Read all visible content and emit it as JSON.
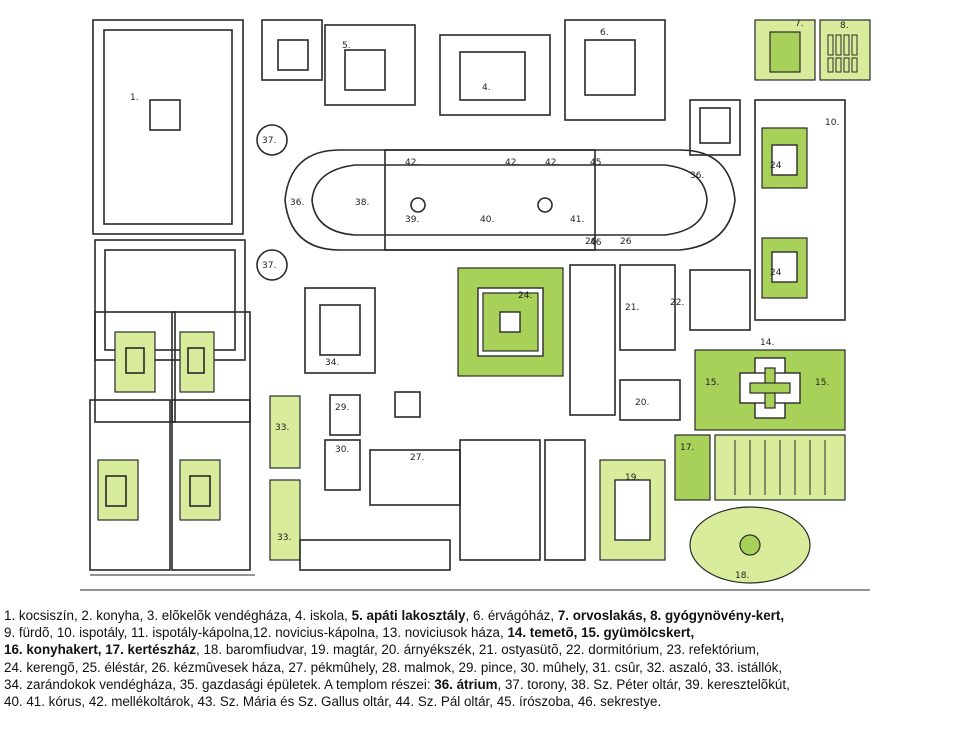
{
  "colors": {
    "garden_green": "#a8d15a",
    "light_green": "#d9ec9b",
    "ink": "#2a2a2a"
  },
  "plan_labels": {
    "n1": "1.",
    "n4": "4.",
    "n5": "5.",
    "n6": "6.",
    "n7": "7.",
    "n8": "8.",
    "n10": "10.",
    "n14": "14.",
    "n15a": "15.",
    "n15b": "15.",
    "n17": "17.",
    "n18": "18.",
    "n19": "19.",
    "n20": "20.",
    "n21": "21.",
    "n22": "22.",
    "n24a": "24.",
    "n24b": "24",
    "n24c": "24",
    "n26a": "26",
    "n26b": "26",
    "n27": "27.",
    "n29": "29.",
    "n30": "30.",
    "n33a": "33.",
    "n33b": "33.",
    "n34": "34.",
    "n36a": "36.",
    "n36b": "36.",
    "n37a": "37.",
    "n37b": "37.",
    "n38": "38.",
    "n39": "39.",
    "n40": "40.",
    "n41": "41.",
    "n42a": "42.",
    "n42b": "42.",
    "n42c": "42.",
    "n45": "45",
    "n46": "46"
  },
  "caption": {
    "l1": {
      "a": "1. kocsiszín, 2. konyha, 3. elõkelõk vendégháza, 4. iskola, ",
      "b": "5. apáti lakosztály",
      "c": ", 6. érvágóház, ",
      "d": "7. orvoslakás, 8. gyógynövény-kert,"
    },
    "l2": {
      "a": "9. fürdõ, 10. ispotály, 11. ispotály-kápolna,12. novicius-kápolna, 13. noviciusok háza, ",
      "b": "14. temetõ, 15. gyümölcskert,"
    },
    "l3": {
      "a": "16. konyhakert, 17. kertészház",
      "b": ", 18. baromfiudvar, 19. magtár, 20. árnyékszék, 21. ostyasütõ, 22. dormitórium, 23. refektórium,"
    },
    "l4": {
      "a": "24. kerengõ, 25. éléstár, 26. kézmûvesek háza, 27. pékmûhely, 28. malmok, 29. pince, 30. mûhely, 31. csûr, 32. aszaló, 33. istállók,"
    },
    "l5": {
      "a": "34. zarándokok vendégháza, 35. gazdasági épületek. A templom részei: ",
      "b": "36. átrium",
      "c": ", 37. torony, 38. Sz. Péter oltár, 39. keresztelõkút,"
    },
    "l6": {
      "a": "40. 41. kórus, 42. mellékoltárok, 43. Sz. Mária és Sz. Gallus oltár, 44. Sz. Pál oltár, 45. írószoba, 46. sekrestye."
    }
  }
}
